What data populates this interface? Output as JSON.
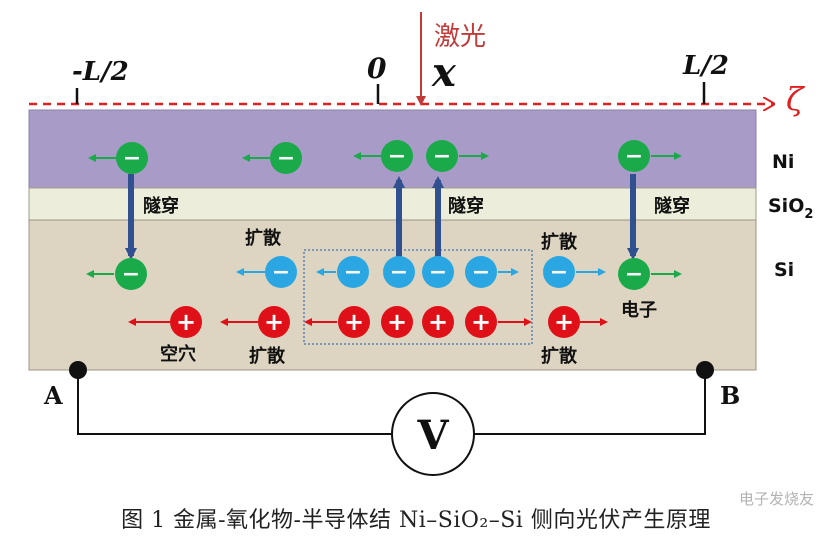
{
  "laser_label": "激光",
  "axis": {
    "left_label": "-L/2",
    "origin_label": "0",
    "x_label": "x",
    "right_label": "L/2",
    "zeta_label": "ζ"
  },
  "layers": {
    "ni": "Ni",
    "sio2_base": "SiO",
    "sio2_sub": "2",
    "si": "Si"
  },
  "labels": {
    "tunnel_left": "隧穿",
    "tunnel_mid": "隧穿",
    "tunnel_right": "隧穿",
    "diffuse_top_left": "扩散",
    "diffuse_top_right": "扩散",
    "diffuse_bot_left": "扩散",
    "diffuse_bot_right": "扩散",
    "electron": "电子",
    "hole": "空穴"
  },
  "charge_minus": "−",
  "charge_plus": "+",
  "terminals": {
    "a": "A",
    "b": "B"
  },
  "voltmeter": "V",
  "caption": "图 1 金属-氧化物-半导体结 Ni–SiO₂–Si 侧向光伏产生原理",
  "watermark": "电子发烧友",
  "colors": {
    "ni_fill": "#a99bc8",
    "sio2_fill": "#eceedb",
    "si_fill": "#ddd5c1",
    "electron_green": "#1aaa4a",
    "electron_blue": "#2aa7e2",
    "hole_red": "#e01018",
    "tunnel_arrow": "#31508f",
    "axis_red": "#e02020",
    "laser_text": "#c23a3a"
  }
}
